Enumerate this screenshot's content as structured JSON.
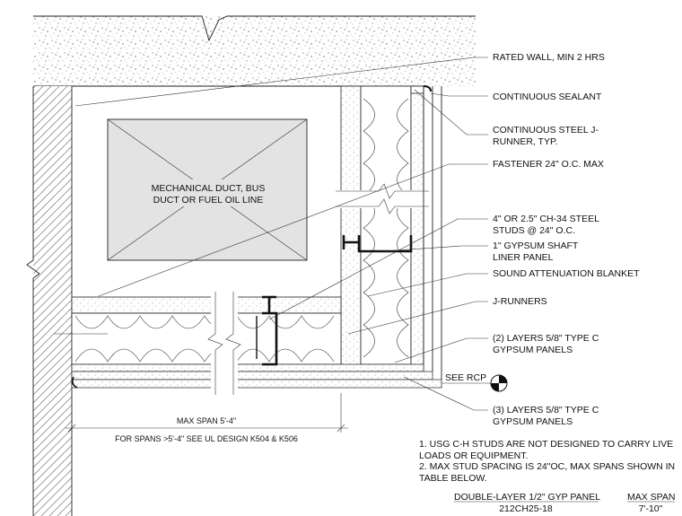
{
  "labels": {
    "rated_wall": "RATED WALL, MIN 2 HRS",
    "continuous_sealant": "CONTINUOUS SEALANT",
    "j_runner_1": "CONTINUOUS STEEL J-",
    "j_runner_2": "RUNNER, TYP.",
    "fastener": "FASTENER 24\" O.C. MAX",
    "studs_1": "4\" OR 2.5\" CH-34 STEEL",
    "studs_2": "STUDS @ 24\" O.C.",
    "liner_1": "1\" GYPSUM SHAFT",
    "liner_2": "LINER PANEL",
    "sound_blanket": "SOUND ATTENUATION BLANKET",
    "j_runners": "J-RUNNERS",
    "two_layers_1": "(2) LAYERS 5/8\" TYPE C",
    "two_layers_2": "GYPSUM PANELS",
    "see_rcp": "SEE RCP",
    "three_layers_1": "(3) LAYERS 5/8\" TYPE C",
    "three_layers_2": "GYPSUM PANELS",
    "duct_1": "MECHANICAL DUCT, BUS",
    "duct_2": "DUCT OR FUEL OIL LINE",
    "max_span": "MAX SPAN 5'-4\"",
    "for_spans": "FOR SPANS >5'-4\" SEE UL DESIGN K504 & K506"
  },
  "notes": [
    "1. USG C-H STUDS ARE NOT DESIGNED TO CARRY LIVE",
    "LOADS OR EQUIPMENT.",
    "2. MAX STUD SPACING IS 24\"OC, MAX SPANS SHOWN IN",
    "TABLE BELOW."
  ],
  "table": {
    "col1_header": "DOUBLE-LAYER 1/2\" GYP PANEL",
    "col2_header": "MAX SPAN",
    "rows": [
      {
        "panel": "212CH25-18",
        "span": "7'-10\""
      }
    ]
  }
}
